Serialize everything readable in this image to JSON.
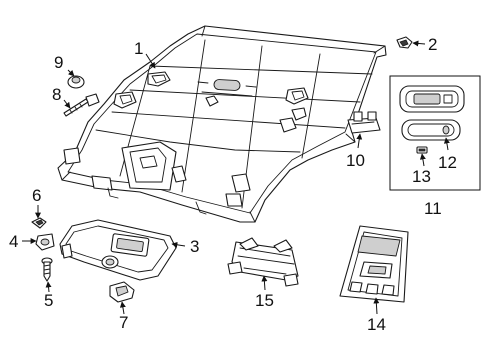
{
  "callouts": {
    "c1": "1",
    "c2": "2",
    "c3": "3",
    "c4": "4",
    "c5": "5",
    "c6": "6",
    "c7": "7",
    "c8": "8",
    "c9": "9",
    "c10": "10",
    "c11": "11",
    "c12": "12",
    "c13": "13",
    "c14": "14",
    "c15": "15"
  },
  "colors": {
    "line": "#1a1a1a",
    "background": "#ffffff",
    "shade": "#cfcfcf"
  }
}
